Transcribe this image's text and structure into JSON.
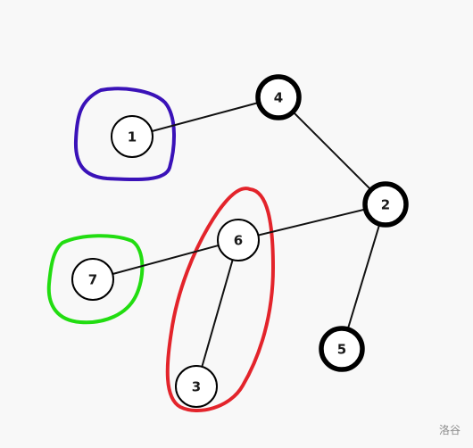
{
  "diagram": {
    "nodes": [
      {
        "id": "1",
        "label": "1",
        "highlight": "normal"
      },
      {
        "id": "2",
        "label": "2",
        "highlight": "bold"
      },
      {
        "id": "3",
        "label": "3",
        "highlight": "normal"
      },
      {
        "id": "4",
        "label": "4",
        "highlight": "bold"
      },
      {
        "id": "5",
        "label": "5",
        "highlight": "bold"
      },
      {
        "id": "6",
        "label": "6",
        "highlight": "normal"
      },
      {
        "id": "7",
        "label": "7",
        "highlight": "normal"
      }
    ],
    "edges": [
      [
        "1",
        "4"
      ],
      [
        "4",
        "2"
      ],
      [
        "2",
        "6"
      ],
      [
        "6",
        "7"
      ],
      [
        "6",
        "3"
      ],
      [
        "2",
        "5"
      ]
    ],
    "groups": [
      {
        "members": [
          "1"
        ],
        "color": "#3a12b8"
      },
      {
        "members": [
          "6",
          "3"
        ],
        "color": "#e3242b"
      },
      {
        "members": [
          "7"
        ],
        "color": "#22dd11"
      }
    ]
  },
  "watermark": "洛谷"
}
